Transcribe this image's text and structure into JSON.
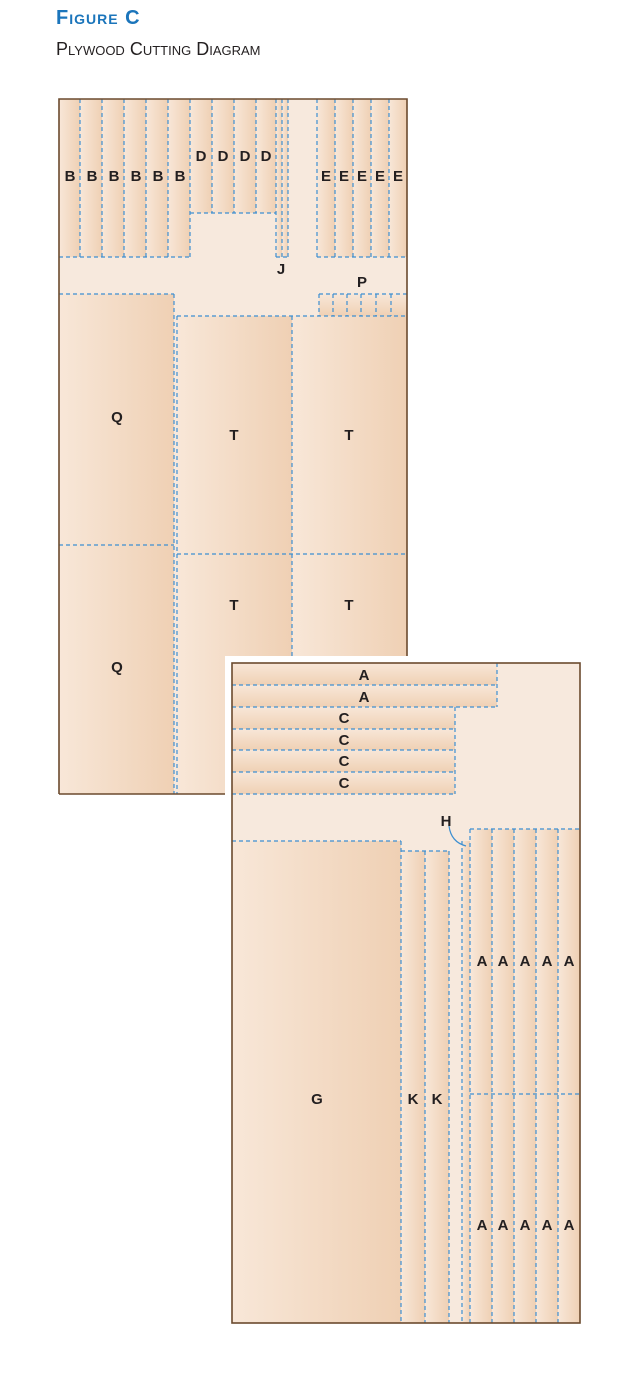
{
  "figure": {
    "title": "Figure C",
    "subtitle": "Plywood Cutting Diagram"
  },
  "sheet1": {
    "labels": {
      "b": [
        "B",
        "B",
        "B",
        "B",
        "B",
        "B"
      ],
      "d": [
        "D",
        "D",
        "D",
        "D"
      ],
      "e": [
        "E",
        "E",
        "E",
        "E",
        "E"
      ],
      "j": "J",
      "p": "P",
      "q": [
        "Q",
        "Q"
      ],
      "t": [
        "T",
        "T",
        "T",
        "T"
      ]
    }
  },
  "sheet2": {
    "labels": {
      "a_top": [
        "A",
        "A"
      ],
      "c": [
        "C",
        "C",
        "C",
        "C"
      ],
      "h": "H",
      "g": "G",
      "k": [
        "K",
        "K"
      ],
      "a_upper": [
        "A",
        "A",
        "A",
        "A",
        "A"
      ],
      "a_lower": [
        "A",
        "A",
        "A",
        "A",
        "A"
      ]
    }
  },
  "colors": {
    "title": "#1b75bb",
    "cut_line": "#3d8fd1",
    "sheet_background": "#f7e9dd",
    "part_fill": "#f2d8c1",
    "sheet_edge": "#6b4a2e"
  }
}
